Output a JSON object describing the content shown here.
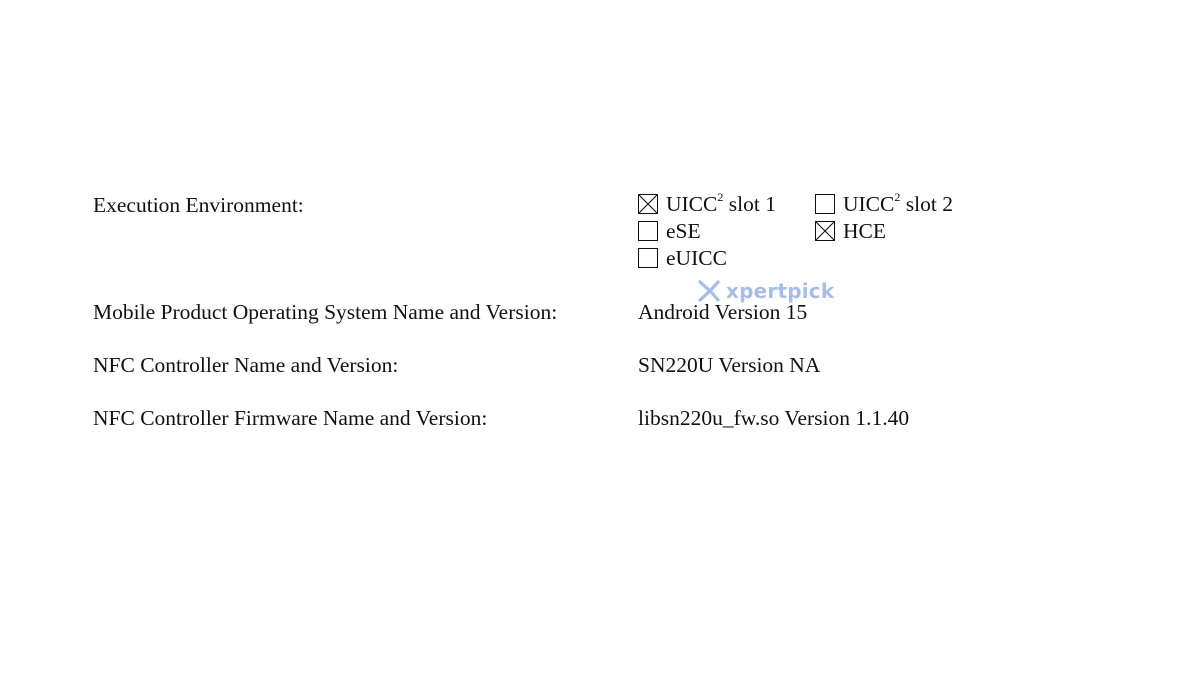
{
  "execution_environment": {
    "label": "Execution Environment:",
    "options": [
      {
        "name": "UICC",
        "sup": "2",
        "suffix": " slot 1",
        "checked": true
      },
      {
        "name": "UICC",
        "sup": "2",
        "suffix": " slot 2",
        "checked": false
      },
      {
        "name": "eSE",
        "checked": false
      },
      {
        "name": "HCE",
        "checked": true
      },
      {
        "name": "eUICC",
        "checked": false
      }
    ]
  },
  "os": {
    "label": "Mobile Product Operating System Name and Version:",
    "value": "Android Version 15"
  },
  "nfc_controller": {
    "label": "NFC Controller Name and Version:",
    "value": "SN220U Version NA"
  },
  "nfc_firmware": {
    "label": "NFC Controller Firmware Name and Version:",
    "value": "libsn220u_fw.so Version 1.1.40"
  },
  "watermark": {
    "text": "xpertpick",
    "color": "#9db8e3"
  }
}
